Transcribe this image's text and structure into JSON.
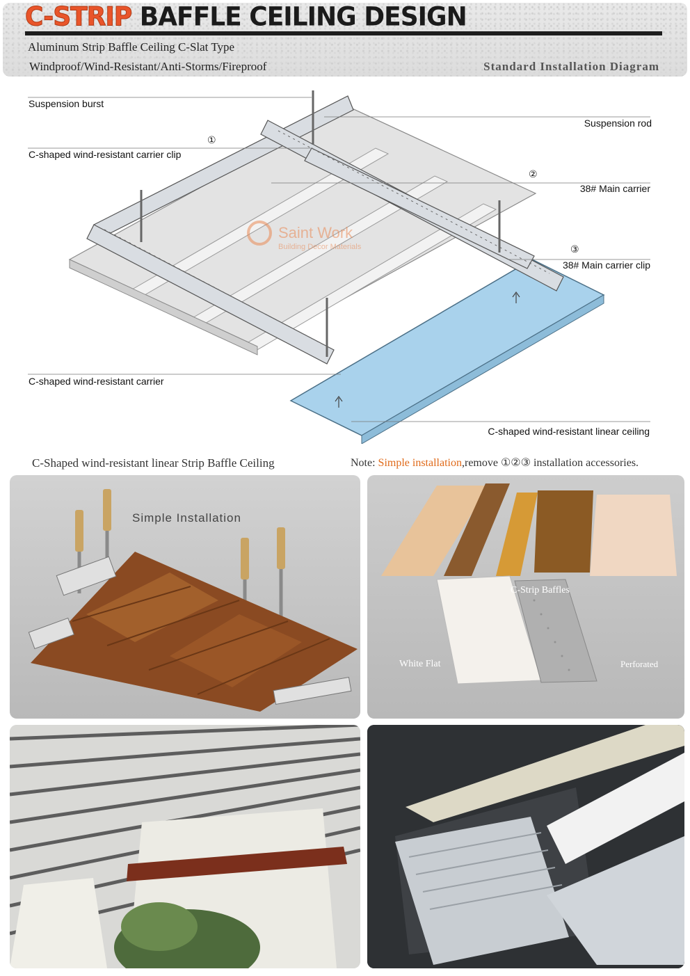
{
  "header": {
    "title_accent": "C-STRIP",
    "title_rest": "BAFFLE CEILING DESIGN",
    "subtitle_line1": "Aluminum Strip Baffle Ceiling C-Slat Type",
    "subtitle_line2": "Windproof/Wind-Resistant/Anti-Storms/Fireproof",
    "right_label": "Standard Installation Diagram"
  },
  "diagram": {
    "labels": {
      "suspension_burst": "Suspension burst",
      "suspension_rod": "Suspension rod",
      "carrier_clip": "C-shaped wind-resistant carrier clip",
      "main_carrier": "38# Main carrier",
      "main_carrier_clip": "38# Main carrier clip",
      "wind_carrier": "C-shaped wind-resistant carrier",
      "linear_ceiling": "C-shaped wind-resistant linear ceiling"
    },
    "markers": [
      "①",
      "②",
      "③"
    ],
    "watermark": {
      "name": "Saint Work",
      "tagline": "Building Decor Materials"
    }
  },
  "captions": {
    "left": "C-Shaped wind-resistant linear Strip Baffle Ceiling",
    "note_prefix": "Note: ",
    "note_highlight": "Simple installation",
    "note_rest": ",remove ①②③ installation accessories."
  },
  "panels": {
    "panel1": {
      "heading": "Simple Installation"
    },
    "panel2": {
      "c_strip": "C-Strip Baffles",
      "white_flat": "White Flat",
      "perforated": "Perforated"
    }
  },
  "colors": {
    "accent": "#e9552a",
    "note_highlight": "#e06a1a",
    "panel_blue": "#a9d2ec"
  }
}
